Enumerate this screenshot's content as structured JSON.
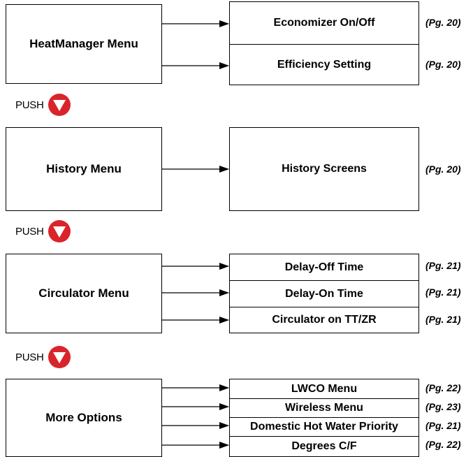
{
  "push_label": "PUSH",
  "push_icon": "down-triangle-icon",
  "accent_color": "#d9242b",
  "groups": [
    {
      "menu": "HeatManager Menu",
      "items": [
        {
          "label": "Economizer On/Off",
          "page": "(Pg. 20)"
        },
        {
          "label": "Efficiency Setting",
          "page": "(Pg. 20)"
        }
      ]
    },
    {
      "menu": "History Menu",
      "items": [
        {
          "label": "History Screens",
          "page": "(Pg. 20)"
        }
      ]
    },
    {
      "menu": "Circulator Menu",
      "items": [
        {
          "label": "Delay-Off Time",
          "page": "(Pg. 21)"
        },
        {
          "label": "Delay-On Time",
          "page": "(Pg. 21)"
        },
        {
          "label": "Circulator on TT/ZR",
          "page": "(Pg. 21)"
        }
      ]
    },
    {
      "menu": "More Options",
      "items": [
        {
          "label": "LWCO Menu",
          "page": "(Pg. 22)"
        },
        {
          "label": "Wireless Menu",
          "page": "(Pg. 23)"
        },
        {
          "label": "Domestic Hot Water Priority",
          "page": "(Pg. 21)"
        },
        {
          "label": "Degrees C/F",
          "page": "(Pg. 22)"
        }
      ]
    }
  ]
}
